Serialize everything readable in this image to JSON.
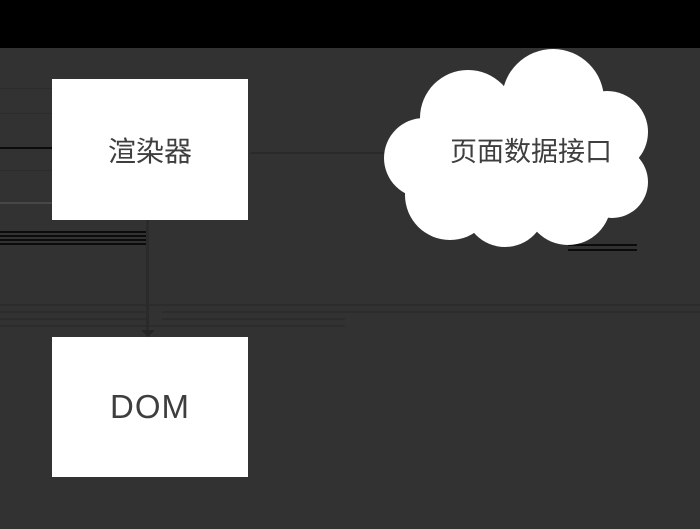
{
  "diagram": {
    "colors": {
      "background": "#323232",
      "letterbox": "#000000",
      "node_fill": "#ffffff",
      "node_text": "#3e3e3e",
      "connector": "#2a2a2a",
      "artifact_dark": "#0b0b0b",
      "artifact_faint": "#2c2c2c",
      "artifact_light": "#4f4f4f"
    },
    "nodes": {
      "renderer": {
        "label": "渲染器",
        "shape": "rectangle"
      },
      "page_data_interface": {
        "label": "页面数据接口",
        "shape": "cloud"
      },
      "dom": {
        "label": "DOM",
        "shape": "rectangle"
      }
    }
  }
}
